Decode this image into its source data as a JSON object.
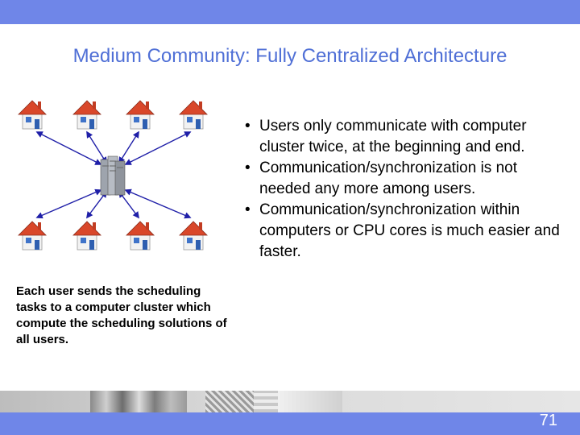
{
  "slide": {
    "title": "Medium Community: Fully Centralized Architecture",
    "caption": "Each user sends the scheduling tasks to a computer cluster which compute the scheduling solutions of all users.",
    "bullets": [
      "Users only communicate with computer cluster twice, at the beginning and end.",
      "Communication/synchronization is not needed any more among users.",
      "Communication/synchronization within computers or CPU cores is much easier and faster."
    ],
    "page_number": "71"
  },
  "icons": {
    "house": "house-icon",
    "server": "server-cluster-icon"
  },
  "colors": {
    "header_bar": "#6f86e8",
    "title": "#4f6fd6",
    "arrow": "#1f1fa8",
    "roof": "#d9472a",
    "wall": "#f2f2f2"
  }
}
